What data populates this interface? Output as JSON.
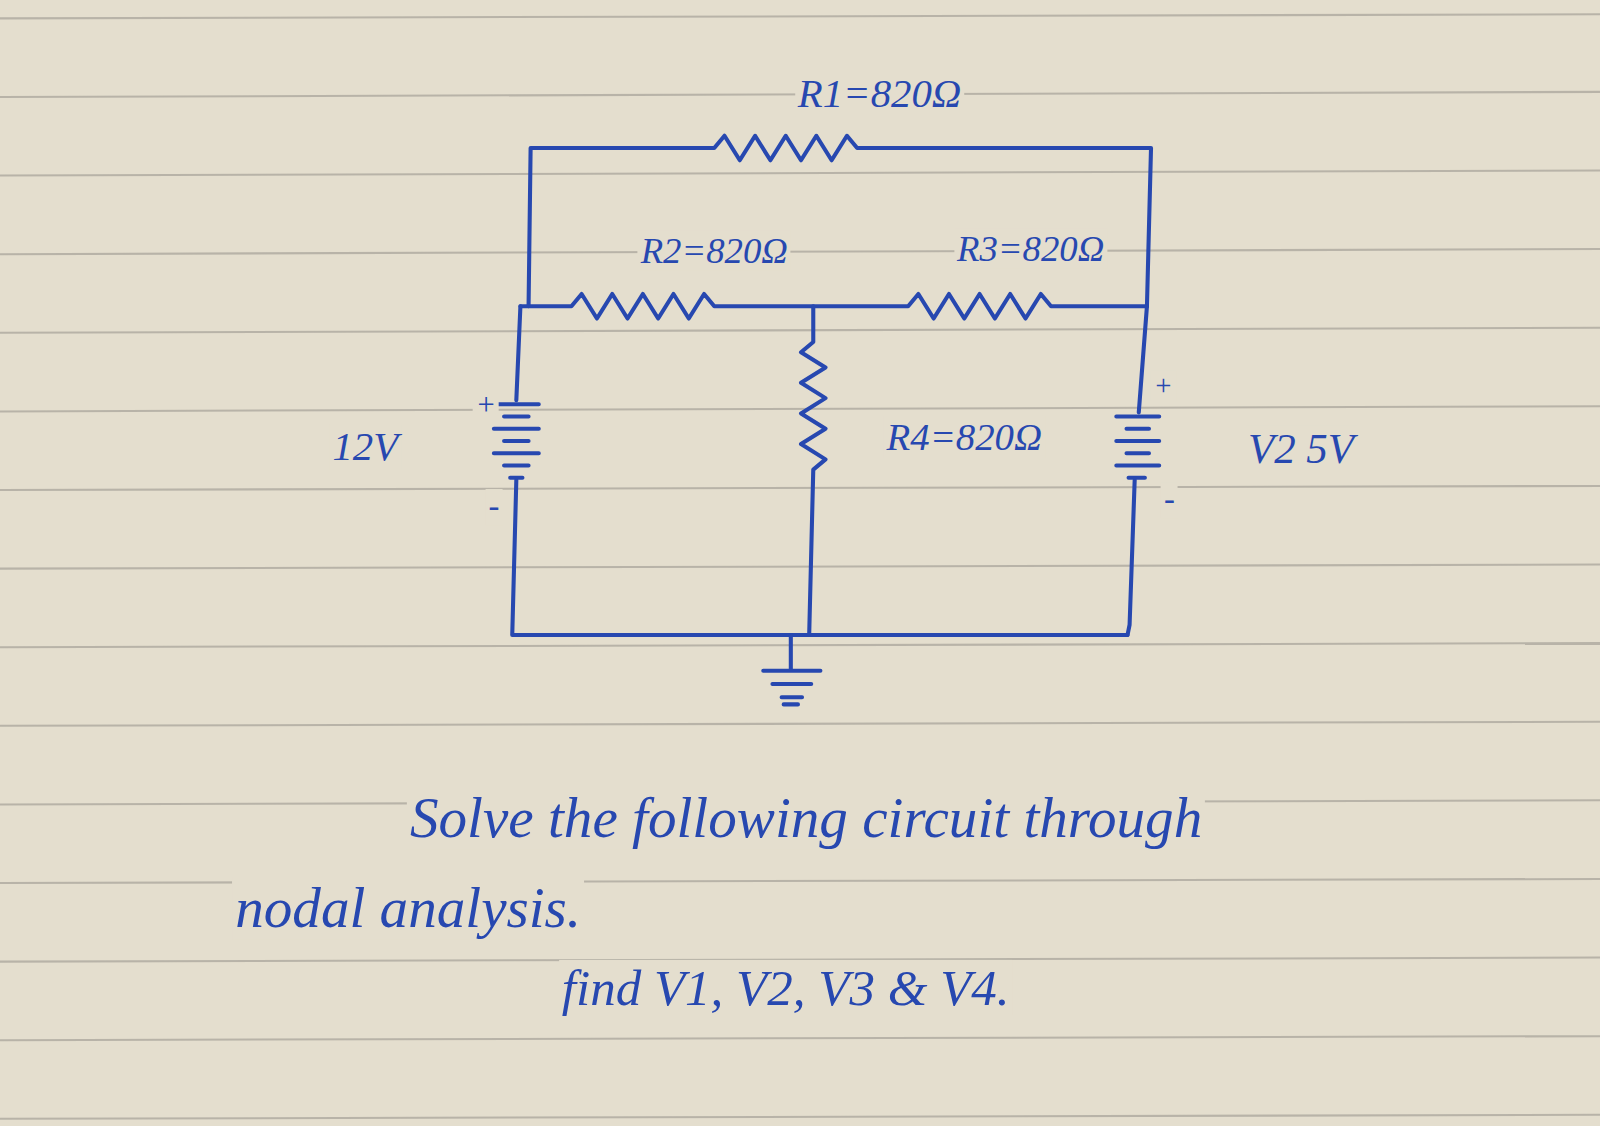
{
  "diagram": {
    "labels": [
      "R1=820Ω",
      "R2=820Ω",
      "R3=820Ω",
      "R4=820Ω",
      "12V",
      "+",
      "-",
      "+",
      "-",
      "V2 5V",
      "Solve the following circuit through",
      "nodal analysis.",
      "find V1, V2, V3 & V4."
    ]
  }
}
